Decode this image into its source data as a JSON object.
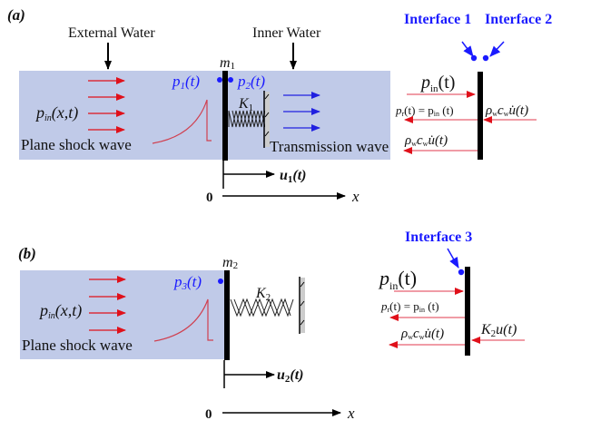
{
  "colors": {
    "water_fill": "#c0cae8",
    "incident_arrow": "#e0101a",
    "transmission_arrow": "#2020e0",
    "label_blue": "#1a1aff",
    "wave_curve": "#d04050",
    "wall": "#000000",
    "fixed_wall_hatch": "#cccccc"
  },
  "panel_a": {
    "label": "(a)",
    "external_water_label": "External Water",
    "inner_water_label": "Inner Water",
    "mass_label": "m",
    "mass_sub": "1",
    "p1_label": "p",
    "p1_sub": "1",
    "p1_arg": "(t)",
    "p2_label": "p",
    "p2_sub": "2",
    "p2_arg": "(t)",
    "spring_label": "K",
    "spring_sub": "1",
    "incident_label": "p",
    "incident_sub": "in",
    "incident_arg": "(x,t)",
    "shock_wave_label": "Plane shock wave",
    "transmission_label": "Transmission wave",
    "displacement_label": "u",
    "displacement_sub": "1",
    "displacement_arg": "(t)",
    "origin_label": "0",
    "axis_label": "x",
    "interface_1_label": "Interface 1",
    "interface_2_label": "Interface 2",
    "free_body": {
      "incident": "p",
      "incident_sub": "in",
      "incident_arg": "(t)",
      "reflected": "p",
      "reflected_sub": "r",
      "reflected_eq": "(t) = p",
      "reflected_eq_sub": "in",
      "reflected_eq_arg": " (t)",
      "radiation_right": "ρ",
      "radiation_left": "ρ",
      "radiation_term": "w",
      "radiation_c": "c",
      "radiation_u": "u̇(t)"
    }
  },
  "panel_b": {
    "label": "(b)",
    "mass_label": "m",
    "mass_sub": "2",
    "p3_label": "p",
    "p3_sub": "3",
    "p3_arg": "(t)",
    "spring_label": "K",
    "spring_sub": "2",
    "incident_label": "p",
    "incident_sub": "in",
    "incident_arg": "(x,t)",
    "shock_wave_label": "Plane shock wave",
    "displacement_label": "u",
    "displacement_sub": "2",
    "displacement_arg": "(t)",
    "origin_label": "0",
    "axis_label": "x",
    "interface_3_label": "Interface 3",
    "free_body": {
      "incident": "p",
      "incident_sub": "in",
      "incident_arg": "(t)",
      "reflected": "p",
      "reflected_sub": "r",
      "reflected_eq": "(t) = p",
      "reflected_eq_sub": "in",
      "reflected_eq_arg": " (t)",
      "radiation": "ρ",
      "radiation_term": "w",
      "radiation_c": "c",
      "radiation_u": "u̇(t)",
      "spring_force": "K",
      "spring_force_sub": "2",
      "spring_force_arg": "u(t)"
    }
  }
}
